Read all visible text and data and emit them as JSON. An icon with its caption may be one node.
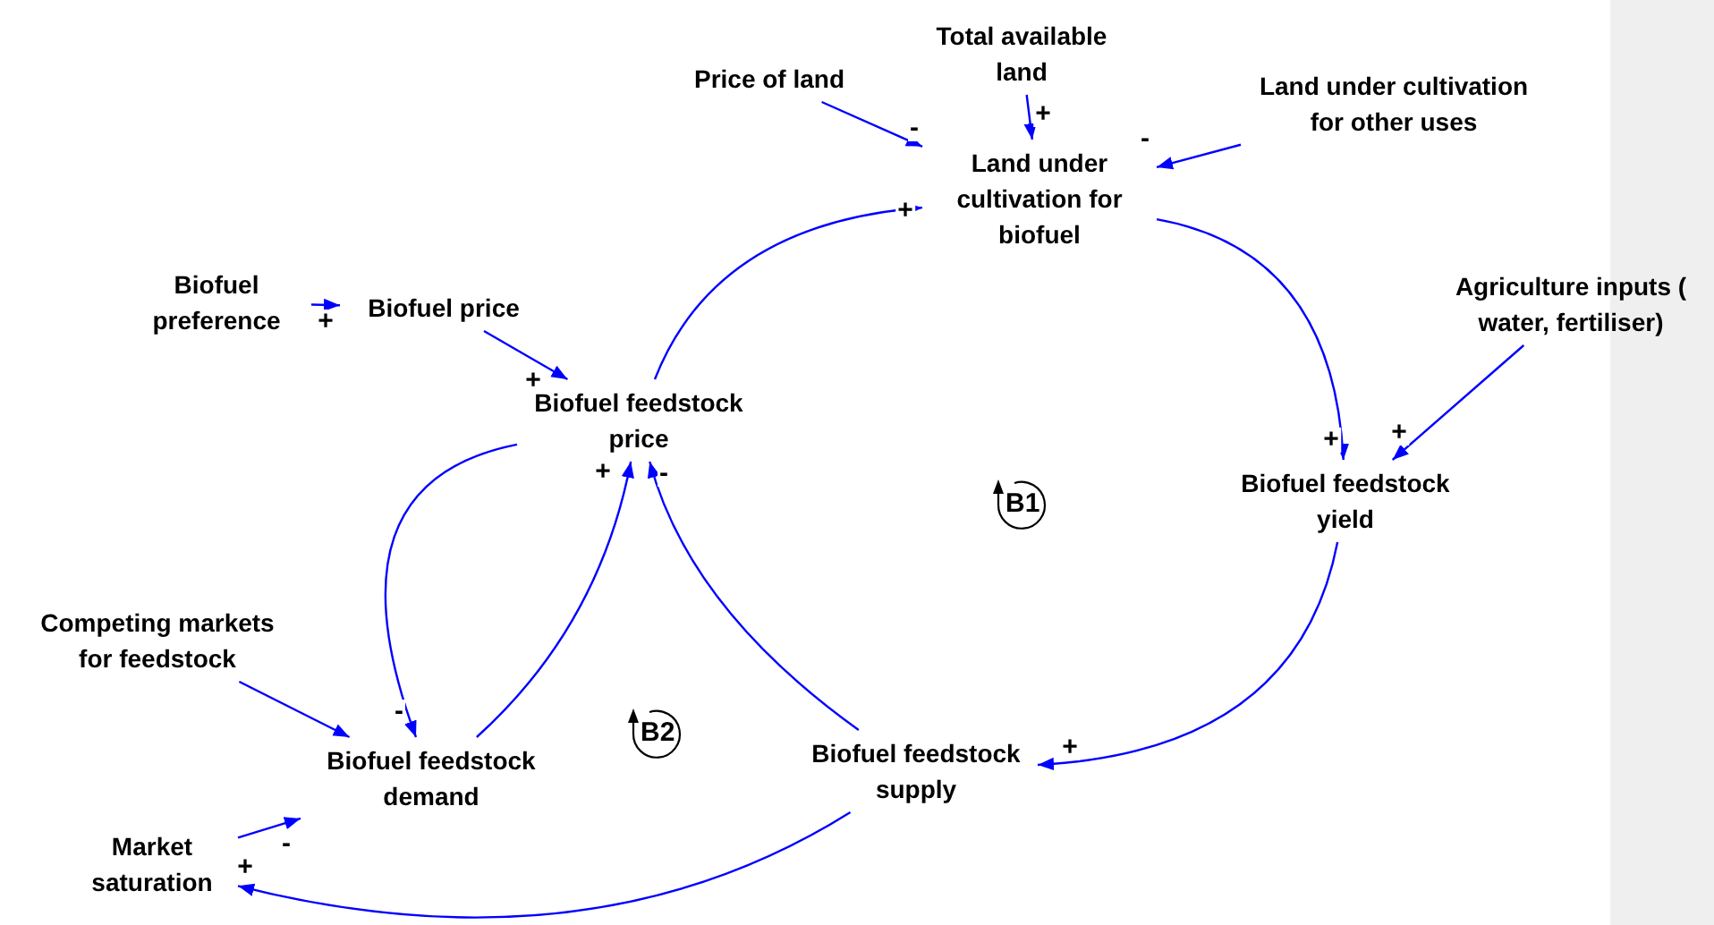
{
  "diagram": {
    "nodes": [
      {
        "text": [
          "Price of land"
        ]
      },
      {
        "text": [
          "Total available land"
        ]
      },
      {
        "text": [
          "Land under cultivation for other uses"
        ]
      },
      {
        "text": [
          "Land under cultivation for biofuel"
        ]
      },
      {
        "text": [
          "Biofuel preference"
        ]
      },
      {
        "text": [
          "Biofuel price"
        ]
      },
      {
        "text": [
          "Agriculture inputs ( water, fertiliser)"
        ]
      },
      {
        "text": [
          "Biofuel feedstock price"
        ]
      },
      {
        "text": [
          "Biofuel feedstock yield"
        ]
      },
      {
        "text": [
          "Competing markets for feedstock"
        ]
      },
      {
        "text": [
          "Biofuel feedstock demand"
        ]
      },
      {
        "text": [
          "Biofuel feedstock supply"
        ]
      },
      {
        "text": [
          "Market saturation"
        ]
      }
    ],
    "edges": [
      {
        "from": 0,
        "to": 3,
        "arrow": "to",
        "label": "-"
      },
      {
        "from": 1,
        "to": 3,
        "arrow": "to",
        "label": "+"
      },
      {
        "from": 2,
        "to": 3,
        "arrow": "to",
        "label": "-"
      },
      {
        "from": 4,
        "to": 5,
        "arrow": "to",
        "label": "+"
      },
      {
        "from": 5,
        "to": 7,
        "arrow": "to",
        "label": "+"
      },
      {
        "from": 7,
        "to": 3,
        "arrow": "to",
        "label": "+"
      },
      {
        "from": 3,
        "to": 8,
        "arrow": "to",
        "label": "+"
      },
      {
        "from": 6,
        "to": 8,
        "arrow": "to",
        "label": "+"
      },
      {
        "from": 8,
        "to": 11,
        "arrow": "to",
        "label": "+"
      },
      {
        "from": 11,
        "to": 7,
        "arrow": "to",
        "label": "-"
      },
      {
        "from": 10,
        "to": 7,
        "arrow": "to",
        "label": "+"
      },
      {
        "from": 7,
        "to": 10,
        "arrow": "to",
        "label": "-"
      },
      {
        "from": 9,
        "to": 10,
        "arrow": "to"
      },
      {
        "from": 12,
        "to": 10,
        "arrow": "to",
        "label": "-"
      },
      {
        "from": 11,
        "to": 12,
        "arrow": "to",
        "label": "+"
      }
    ],
    "labels": [
      "B1",
      "B2"
    ]
  }
}
